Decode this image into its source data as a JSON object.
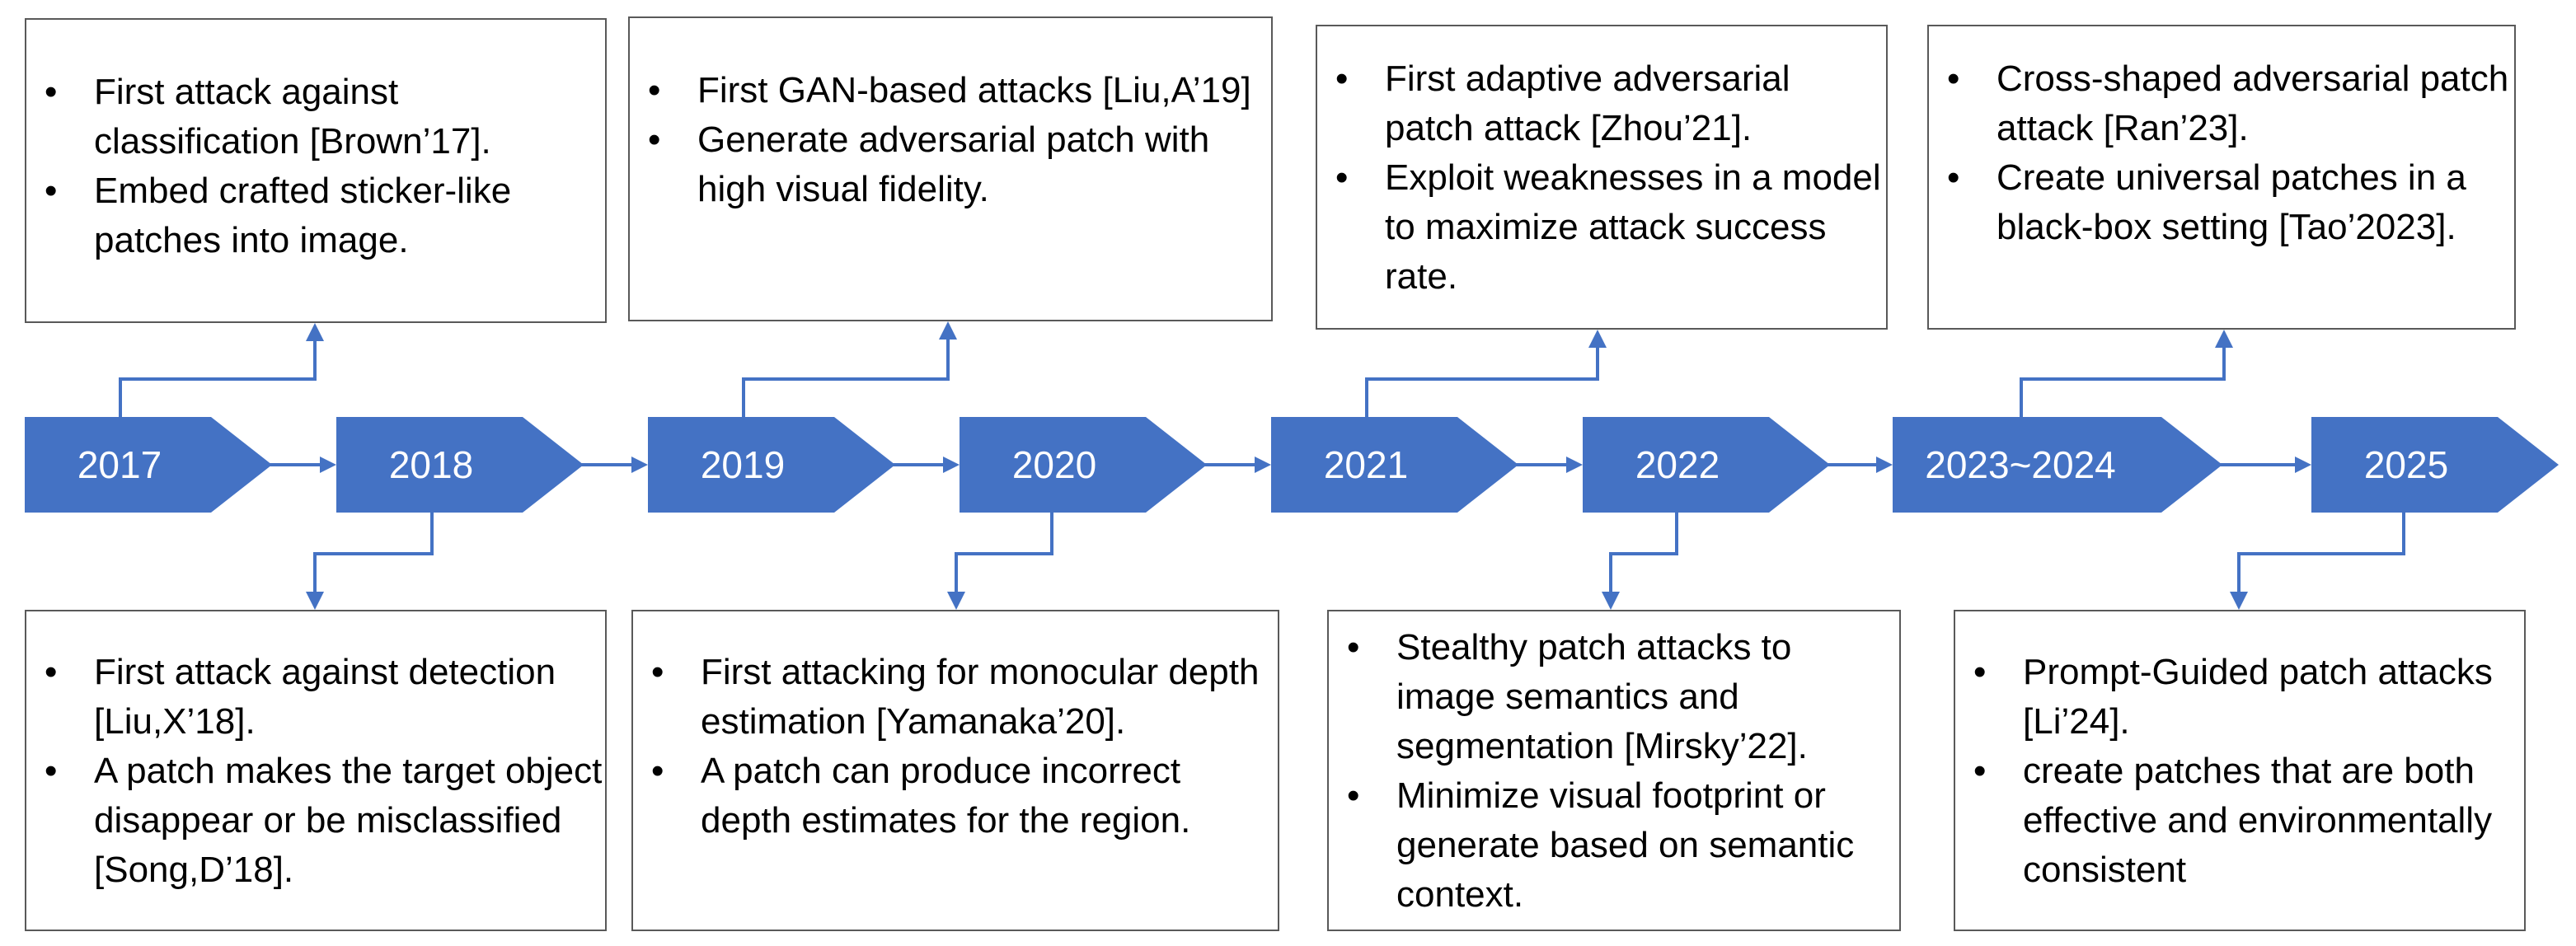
{
  "colors": {
    "accent": "#4472C4",
    "box_border": "#595959",
    "text": "#000000",
    "year_text": "#FFFFFF"
  },
  "timeline": [
    {
      "year": "2017",
      "top_bullets": [
        "First attack against classification [Brown’17].",
        "Embed crafted sticker-like patches into image."
      ],
      "bottom_bullets": []
    },
    {
      "year": "2018",
      "top_bullets": [],
      "bottom_bullets": [
        "First attack against detection [Liu,X’18].",
        "A patch makes the target object disappear or be misclassified [Song,D’18]."
      ]
    },
    {
      "year": "2019",
      "top_bullets": [
        "First GAN-based attacks [Liu,A’19]",
        "Generate adversarial patch with high visual fidelity."
      ],
      "bottom_bullets": []
    },
    {
      "year": "2020",
      "top_bullets": [],
      "bottom_bullets": [
        "First attacking for monocular depth estimation [Yamanaka’20].",
        "A patch can produce incorrect depth estimates for the region."
      ]
    },
    {
      "year": "2021",
      "top_bullets": [
        "First adaptive adversarial patch attack [Zhou’21].",
        "Exploit weaknesses in a model to maximize attack success rate."
      ],
      "bottom_bullets": []
    },
    {
      "year": "2022",
      "top_bullets": [],
      "bottom_bullets": [
        "Stealthy patch attacks to image semantics and segmentation [Mirsky’22].",
        "Minimize visual footprint or generate based on semantic context."
      ]
    },
    {
      "year": "2023~2024",
      "top_bullets": [
        "Cross-shaped adversarial patch attack [Ran’23].",
        "Create universal patches in a black-box setting [Tao’2023]."
      ],
      "bottom_bullets": []
    },
    {
      "year": "2025",
      "top_bullets": [],
      "bottom_bullets": [
        "Prompt-Guided patch attacks [Li’24].",
        "create patches that are both effective and environmentally consistent"
      ]
    }
  ]
}
